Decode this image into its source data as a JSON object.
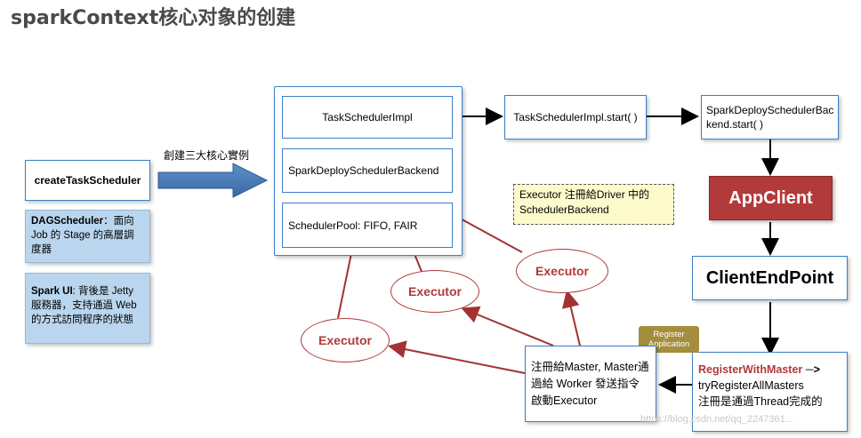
{
  "title": "sparkContext核心对象的创建",
  "left": {
    "create_task_scheduler": "createTaskScheduler",
    "dag_scheduler_bold": "DAGScheduler",
    "dag_scheduler_text": "：面向 Job 的 Stage 的高層調度器",
    "spark_ui_bold": "Spark UI",
    "spark_ui_text": ": 背後是 Jetty 服務器，支持通過 Web 的方式訪問程序的狀態"
  },
  "arrow_label": "創建三大核心實例",
  "core": {
    "task_scheduler_impl": "TaskSchedulerImpl",
    "backend": "SparkDeploySchedulerBackend",
    "pool": "SchedulerPool: FIFO, FAIR"
  },
  "flow": {
    "start1": "TaskSchedulerImpl.start( )",
    "start2_line1": "SparkDeploySchedulerBac",
    "start2_line2": "kend.start( )",
    "app_client": "AppClient",
    "client_end_point": "ClientEndPoint",
    "register_badge": "Register Application",
    "register_bold": "RegisterWithMaster",
    "register_arrow": " ─>",
    "register_line2": "tryRegisterAllMasters",
    "register_line3": "注冊是通過Thread完成的",
    "master_text": "注冊給Master, Master通過給 Worker 發送指令啟動Executor"
  },
  "note": {
    "line1": "Executor 注冊給Driver 中的",
    "line2": "SchedulerBackend"
  },
  "executors": [
    "Executor",
    "Executor",
    "Executor"
  ],
  "watermark": "https://blog.csdn.net/qq_2247361..."
}
